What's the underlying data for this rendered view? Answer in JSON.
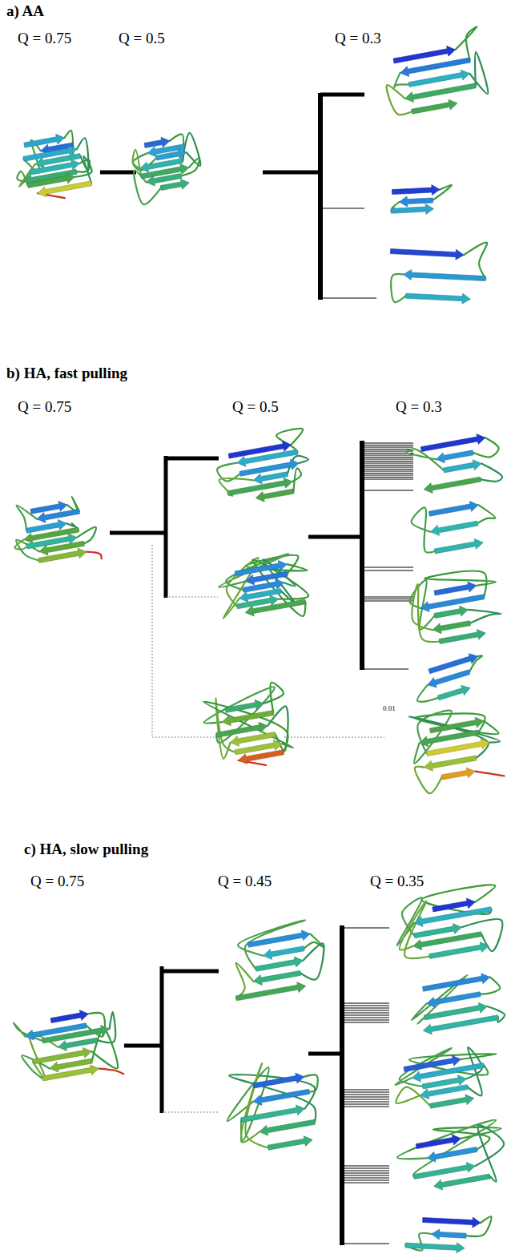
{
  "diagram": {
    "labels": [
      "a) AA",
      "Q = 0.75",
      "Q = 0.5",
      "Q = 0.3",
      "b) HA, fast pulling",
      "Q = 0.75",
      "Q = 0.5",
      "Q = 0.3",
      "0.01",
      "c) HA, slow pulling",
      "Q = 0.75",
      "Q = 0.45",
      "Q = 0.35"
    ]
  }
}
